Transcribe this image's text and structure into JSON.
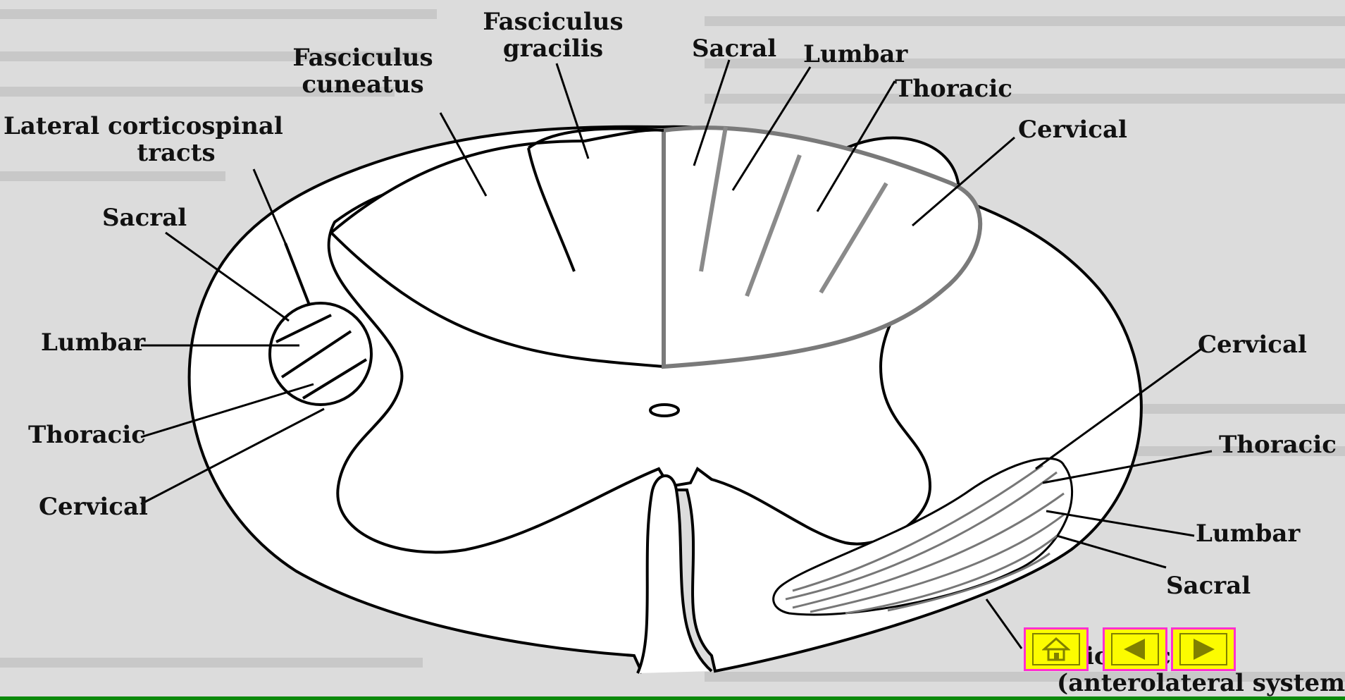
{
  "labels": {
    "fasciculus_gracilis": [
      "Fasciculus",
      "gracilis"
    ],
    "fasciculus_cuneatus": [
      "Fasciculus",
      "cuneatus"
    ],
    "lateral_corticospinal": [
      "Lateral corticospinal",
      "tracts"
    ],
    "left_sacral": "Sacral",
    "left_lumbar": "Lumbar",
    "left_thoracic": "Thoracic",
    "left_cervical": "Cervical",
    "dorsal_sacral": "Sacral",
    "dorsal_lumbar": "Lumbar",
    "dorsal_thoracic": "Thoracic",
    "dorsal_cervical": "Cervical",
    "right_cervical": "Cervical",
    "right_thoracic": "Thoracic",
    "right_lumbar": "Lumbar",
    "right_sacral": "Sacral",
    "spinothalamic": [
      "ic tracts",
      "(anterolateral system)"
    ]
  },
  "nav": {
    "home": "home-icon",
    "back": "triangle-left-icon",
    "forward": "triangle-right-icon"
  },
  "colors": {
    "background": "#dcdcdc",
    "nav_fill": "#fcfc00",
    "nav_border": "#ff2fd0",
    "nav_icon": "#808000",
    "bottom_bar": "#0a8a0a"
  }
}
